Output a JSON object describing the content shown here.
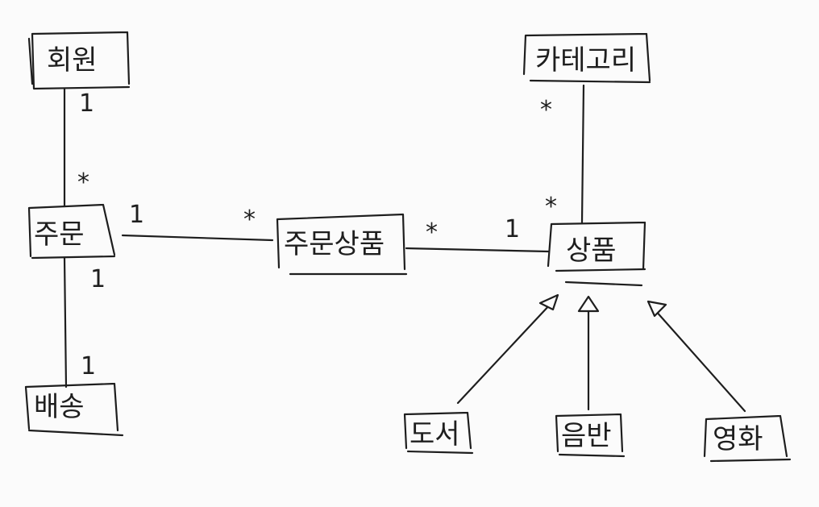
{
  "entities": {
    "member": "회원",
    "order": "주문",
    "delivery": "배송",
    "order_item": "주문상품",
    "item": "상품",
    "category": "카테고리",
    "book": "도서",
    "album": "음반",
    "movie": "영화"
  },
  "multiplicities": {
    "member_order_member": "1",
    "member_order_order": "*",
    "order_orderitem_order": "1",
    "order_orderitem_orderitem": "*",
    "orderitem_item_orderitem": "*",
    "orderitem_item_item": "1",
    "order_delivery_order": "1",
    "order_delivery_delivery": "1",
    "category_item_category": "*",
    "category_item_item": "*"
  },
  "colors": {
    "ink": "#1e1e1e",
    "background": "#fbfbfb"
  }
}
